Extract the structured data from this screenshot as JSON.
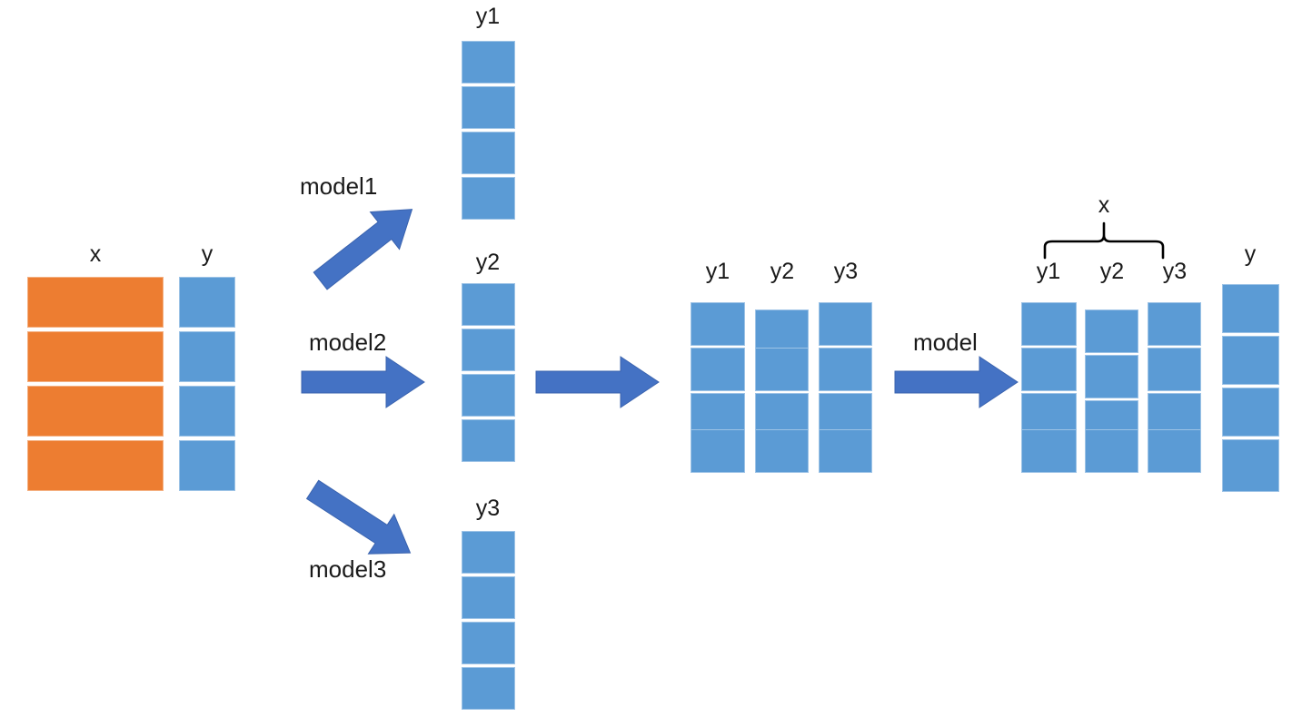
{
  "diagram": {
    "title": "Stacking ensemble model diagram",
    "colors": {
      "feature_block": "#ED7D31",
      "target_block": "#5B9BD5",
      "arrow": "#4472C4",
      "text": "#1a1a1a",
      "background": "#FFFFFF"
    },
    "labels": {
      "input_x": "x",
      "input_y": "y",
      "pred_y1": "y1",
      "pred_y2": "y2",
      "pred_y3": "y3",
      "stack_y1": "y1",
      "stack_y2": "y2",
      "stack_y3": "y3",
      "meta_y1": "y1",
      "meta_y2": "y2",
      "meta_y3": "y3",
      "meta_x": "x",
      "meta_y": "y",
      "model1": "model1",
      "model2": "model2",
      "model3": "model3",
      "meta_model": "model"
    },
    "blocks": [
      {
        "name": "input-x",
        "label": "x",
        "rows": 4,
        "cols": 1,
        "kind": "orange"
      },
      {
        "name": "input-y",
        "label": "y",
        "rows": 4,
        "cols": 1,
        "kind": "blue"
      },
      {
        "name": "pred-y1",
        "label": "y1",
        "rows": 4,
        "cols": 1,
        "kind": "blue"
      },
      {
        "name": "pred-y2",
        "label": "y2",
        "rows": 4,
        "cols": 1,
        "kind": "blue"
      },
      {
        "name": "pred-y3",
        "label": "y3",
        "rows": 4,
        "cols": 1,
        "kind": "blue"
      },
      {
        "name": "stacked-matrix",
        "label": "y1 y2 y3",
        "rows": 4,
        "cols": 3,
        "kind": "blue"
      },
      {
        "name": "meta-features",
        "label": "y1 y2 y3",
        "rows": 4,
        "cols": 3,
        "kind": "blue"
      },
      {
        "name": "meta-target",
        "label": "y",
        "rows": 4,
        "cols": 1,
        "kind": "blue"
      }
    ],
    "arrows": [
      {
        "name": "arrow-model1",
        "label": "model1",
        "direction": "up-right"
      },
      {
        "name": "arrow-model2",
        "label": "model2",
        "direction": "right"
      },
      {
        "name": "arrow-model3",
        "label": "model3",
        "direction": "down-right"
      },
      {
        "name": "arrow-stack",
        "label": "",
        "direction": "right"
      },
      {
        "name": "arrow-meta-model",
        "label": "model",
        "direction": "right"
      }
    ],
    "brace": {
      "name": "meta-feature-brace",
      "label": "x",
      "spans": [
        "y1",
        "y2",
        "y3"
      ]
    }
  }
}
